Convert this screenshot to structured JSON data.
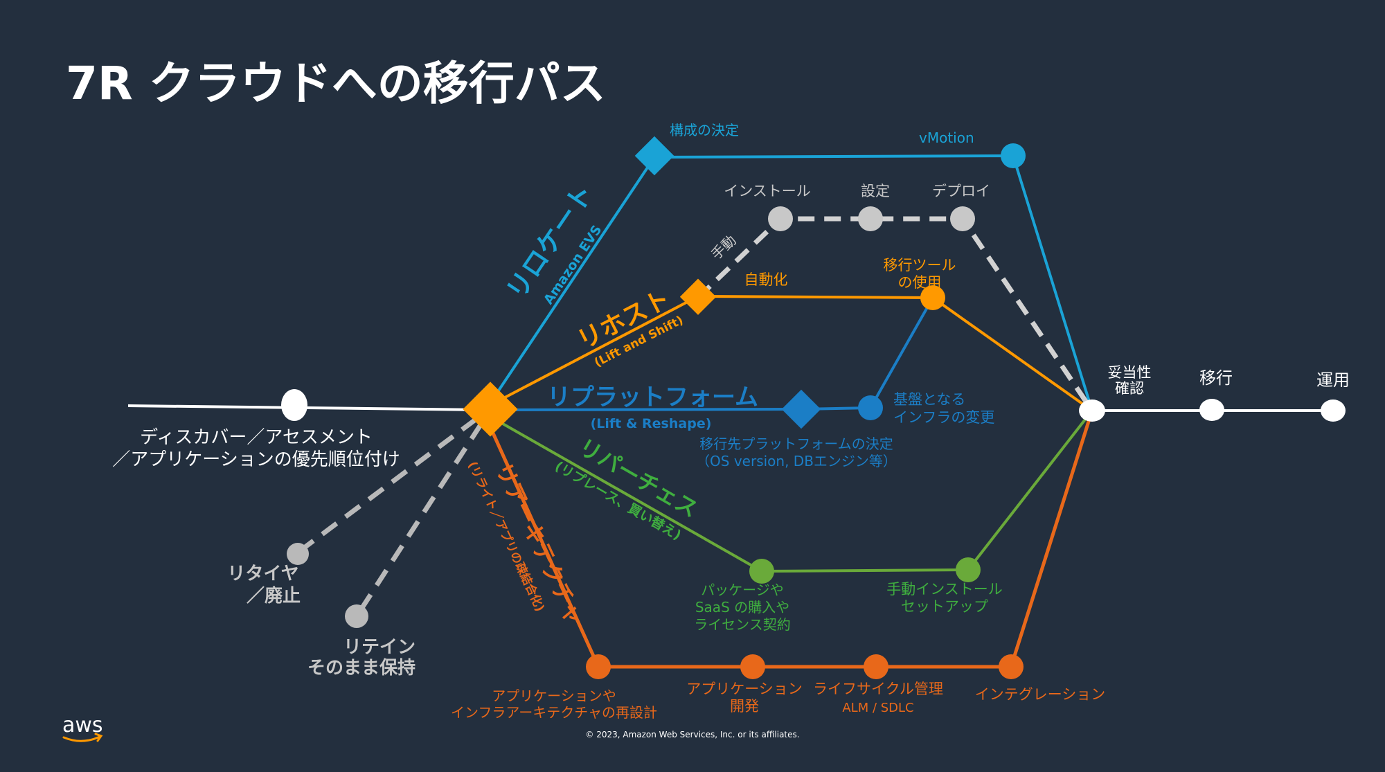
{
  "title": "7R クラウドへの移行パス",
  "colors": {
    "background": "#232f3e",
    "relocate": "#1aa3d6",
    "rehost": "#ff9900",
    "replatform": "#1b7ec6",
    "repurchase": "#6aaa3a",
    "refactor": "#e8681a",
    "retire_retain": "#b9b9b9",
    "main_path": "#ffffff"
  },
  "start": {
    "label_line1": "ディスカバー／アセスメント",
    "label_line2": "／アプリケーションの優先順位付け"
  },
  "end": {
    "validate_line1": "妥当性",
    "validate_line2": "確認",
    "migrate": "移行",
    "operate": "運用"
  },
  "relocate": {
    "name": "リロケート",
    "sub": "Amazon EVS",
    "decision": "構成の決定",
    "vmotion": "vMotion"
  },
  "manual": {
    "label": "手動",
    "install": "インストール",
    "config": "設定",
    "deploy": "デプロイ"
  },
  "rehost": {
    "name": "リホスト",
    "sub": "(Lift and Shift)",
    "auto": "自動化",
    "tool_line1": "移行ツール",
    "tool_line2": "の使用"
  },
  "replatform": {
    "name": "リプラットフォーム",
    "sub": "(Lift & Reshape)",
    "decision_line1": "移行先プラットフォームの決定",
    "decision_line2": "（OS version, DBエンジン等）",
    "infra_line1": "基盤となる",
    "infra_line2": "インフラの変更"
  },
  "repurchase": {
    "name": "リパーチェス",
    "sub": "(リプレース、買い替え)",
    "package_line1": "パッケージや",
    "package_line2": "SaaS の購入や",
    "package_line3": "ライセンス契約",
    "setup_line1": "手動インストール",
    "setup_line2": "セットアップ"
  },
  "refactor": {
    "name": "リアーキテクチャ",
    "sub": "(リライト／アプリの疎結合化)",
    "redesign_line1": "アプリケーションや",
    "redesign_line2": "インフラアーキテクチャの再設計",
    "dev_line1": "アプリケーション",
    "dev_line2": "開発",
    "alm_line1": "ライフサイクル管理",
    "alm_line2": "ALM / SDLC",
    "integration": "インテグレーション"
  },
  "retire": {
    "line1": "リタイヤ",
    "line2": "／廃止"
  },
  "retain": {
    "line1": "リテイン",
    "line2": "そのまま保持"
  },
  "footer": {
    "logo_text": "aws",
    "copyright": "© 2023, Amazon Web Services, Inc. or its affiliates."
  }
}
